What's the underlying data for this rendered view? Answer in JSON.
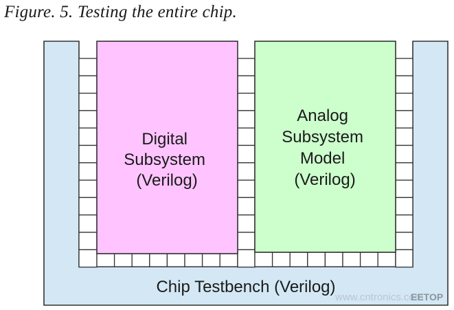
{
  "figure": {
    "title": "Figure. 5.  Testing the entire chip."
  },
  "blocks": {
    "digital": {
      "lines": [
        "Digital",
        "Subsystem",
        "(Verilog)"
      ],
      "fill": "#ffc4ff"
    },
    "analog": {
      "lines": [
        "Analog",
        "Subsystem",
        "Model",
        "(Verilog)"
      ],
      "fill": "#ccffcc"
    },
    "testbench": {
      "label": "Chip Testbench (Verilog)",
      "fill": "#d3e8f4"
    }
  },
  "watermark": {
    "site": "www.cntronics.com",
    "logo": "EETOP"
  }
}
